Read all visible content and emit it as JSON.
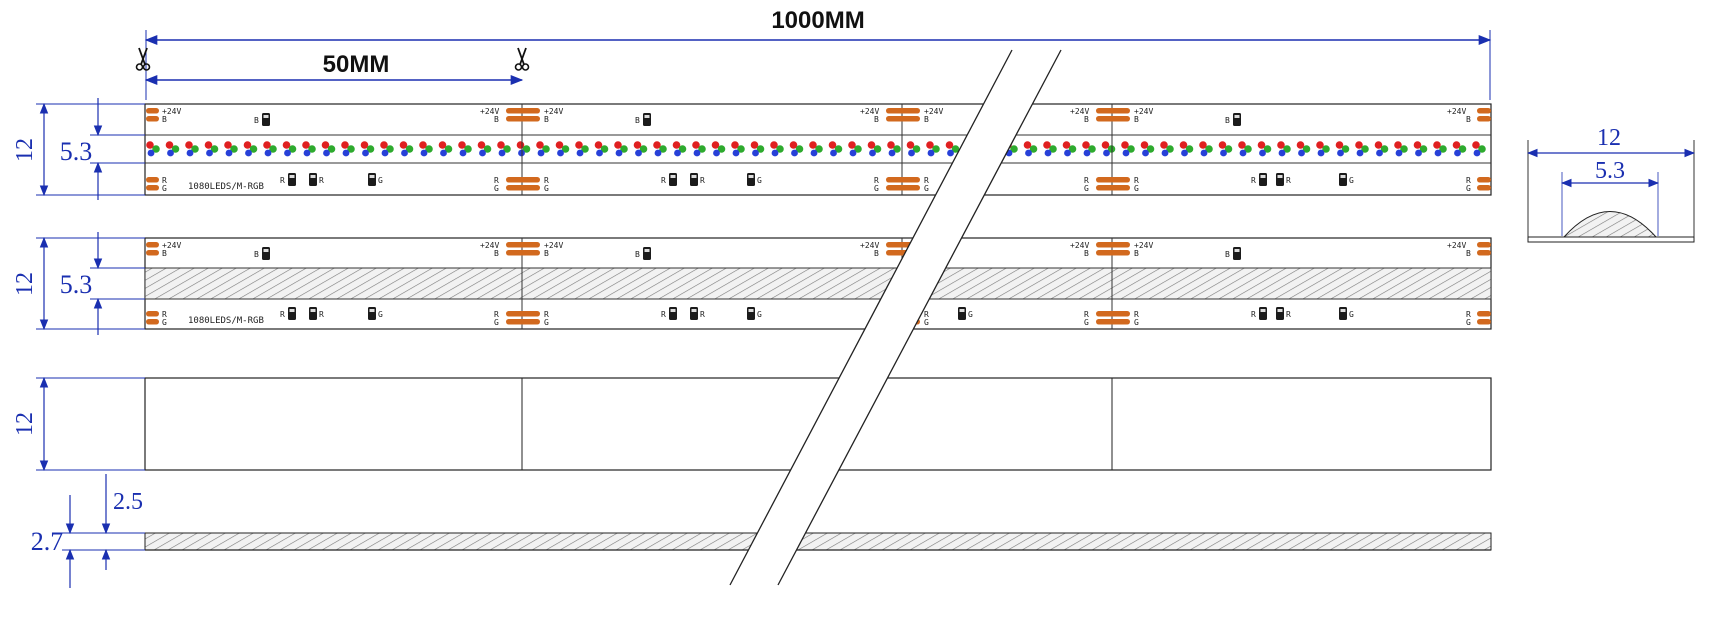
{
  "dimensions": {
    "total_length": "1000MM",
    "cut_length": "50MM",
    "strip_width": "12",
    "cob_width": "5.3",
    "total_height": "2.7",
    "silicone_height": "2.5"
  },
  "pcb_labels": {
    "positive": "+24V",
    "blue": "B",
    "red": "R",
    "green": "G",
    "model": "1080LEDS/M-RGB"
  },
  "icons": {
    "cut_mark": "scissors-icon"
  },
  "colors": {
    "dimension_blue": "#1a2fb0",
    "pad_copper": "#d2691e",
    "led_red": "#e02020",
    "led_green": "#2eaa2e",
    "led_blue": "#2740d8"
  }
}
